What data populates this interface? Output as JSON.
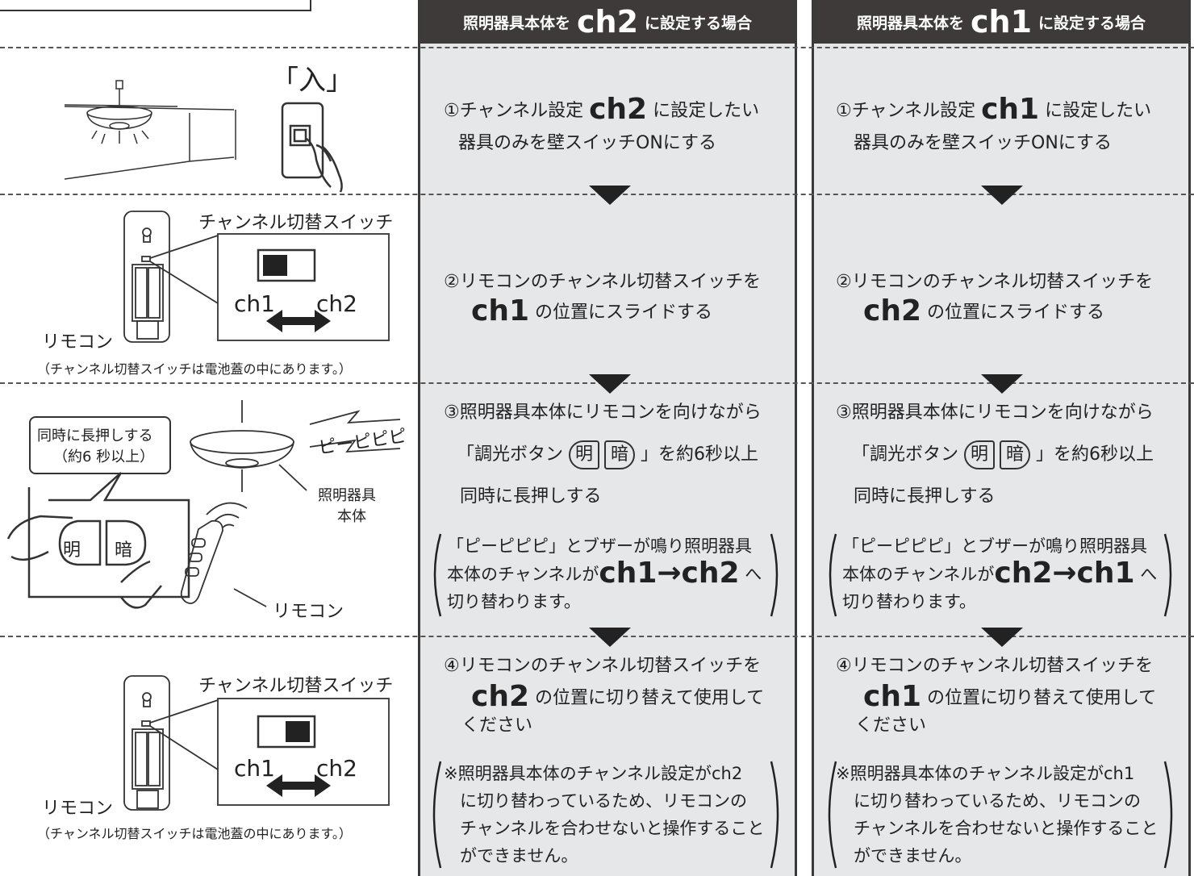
{
  "columns": [
    {
      "header_pre": "照明器具本体を",
      "header_ch": "ch2",
      "header_post": "に設定する場合",
      "step1_pre": "①チャンネル設定",
      "step1_ch": "ch2",
      "step1_post": "に設定したい",
      "step1_line2": "器具のみを壁スイッチONにする",
      "step2_line1": "②リモコンのチャンネル切替スイッチを",
      "step2_ch": "ch1",
      "step2_post": "の位置にスライドする",
      "step3_line1": "③照明器具本体にリモコンを向けながら",
      "step3_line2_pre": "「調光ボタン",
      "btn_bright": "明",
      "btn_dark": "暗",
      "step3_line2_post": "」を約6秒以上",
      "step3_line3": "同時に長押しする",
      "note3_line1": "「ピーピピピ」とブザーが鳴り照明器具",
      "note3_line2_pre": "本体のチャンネルが",
      "note3_ch": "ch1→ch2",
      "note3_line2_post": "へ",
      "note3_line3": "切り替わります。",
      "step4_line1": "④リモコンのチャンネル切替スイッチを",
      "step4_ch": "ch2",
      "step4_post": "の位置に切り替えて使用して",
      "step4_line3": "ください",
      "note4_line1": "※照明器具本体のチャンネル設定がch2",
      "note4_line2": "に切り替わっているため、リモコンの",
      "note4_line3": "チャンネルを合わせないと操作すること",
      "note4_line4": "ができません。"
    },
    {
      "header_pre": "照明器具本体を",
      "header_ch": "ch1",
      "header_post": "に設定する場合",
      "step1_pre": "①チャンネル設定",
      "step1_ch": "ch1",
      "step1_post": "に設定したい",
      "step1_line2": "器具のみを壁スイッチONにする",
      "step2_line1": "②リモコンのチャンネル切替スイッチを",
      "step2_ch": "ch2",
      "step2_post": "の位置にスライドする",
      "step3_line1": "③照明器具本体にリモコンを向けながら",
      "step3_line2_pre": "「調光ボタン",
      "btn_bright": "明",
      "btn_dark": "暗",
      "step3_line2_post": "」を約6秒以上",
      "step3_line3": "同時に長押しする",
      "note3_line1": "「ピーピピピ」とブザーが鳴り照明器具",
      "note3_line2_pre": "本体のチャンネルが",
      "note3_ch": "ch2→ch1",
      "note3_line2_post": "へ",
      "note3_line3": "切り替わります。",
      "step4_line1": "④リモコンのチャンネル切替スイッチを",
      "step4_ch": "ch1",
      "step4_post": "の位置に切り替えて使用して",
      "step4_line3": "ください",
      "note4_line1": "※照明器具本体のチャンネル設定がch1",
      "note4_line2": "に切り替わっているため、リモコンの",
      "note4_line3": "チャンネルを合わせないと操作すること",
      "note4_line4": "ができません。"
    }
  ],
  "illustrations": {
    "switch_on_label": "「入」",
    "channel_switch_label": "チャンネル切替スイッチ",
    "ch1_label": "ch1",
    "ch2_label": "ch2",
    "remote_label": "リモコン",
    "remote_note": "（チャンネル切替スイッチは電池蓋の中にあります。）",
    "press_bubble_line1": "同時に長押しする",
    "press_bubble_line2": "（約6 秒以上）",
    "beep_label": "ピーピピピ",
    "fixture_label_line1": "照明器具",
    "fixture_label_line2": "本体",
    "btn_bright": "明",
    "btn_dark": "暗",
    "remote_label_2": "リモコン"
  }
}
